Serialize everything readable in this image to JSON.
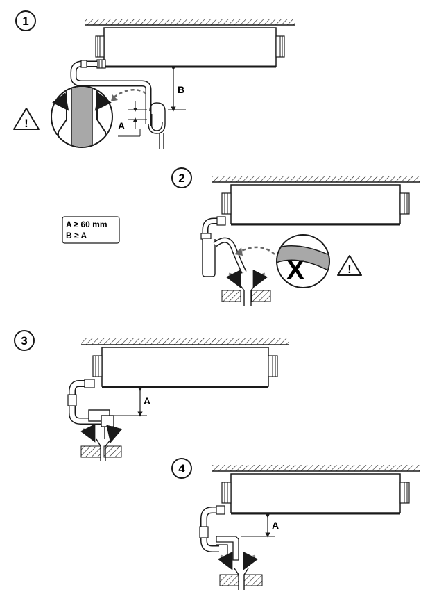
{
  "steps": [
    "1",
    "2",
    "3",
    "4"
  ],
  "dimension_labels": {
    "a": "A",
    "b": "B"
  },
  "conditions": [
    "A ≥ 60 mm",
    "B ≥ A"
  ],
  "warning_mark": "!",
  "incorrect_mark": "X",
  "icons": [
    "warning-triangle-icon",
    "airflow-arrow-icon",
    "cross-mark-icon"
  ],
  "colors": {
    "line": "#1a1a1a",
    "hose": "#a8a8a8",
    "background": "#ffffff"
  }
}
